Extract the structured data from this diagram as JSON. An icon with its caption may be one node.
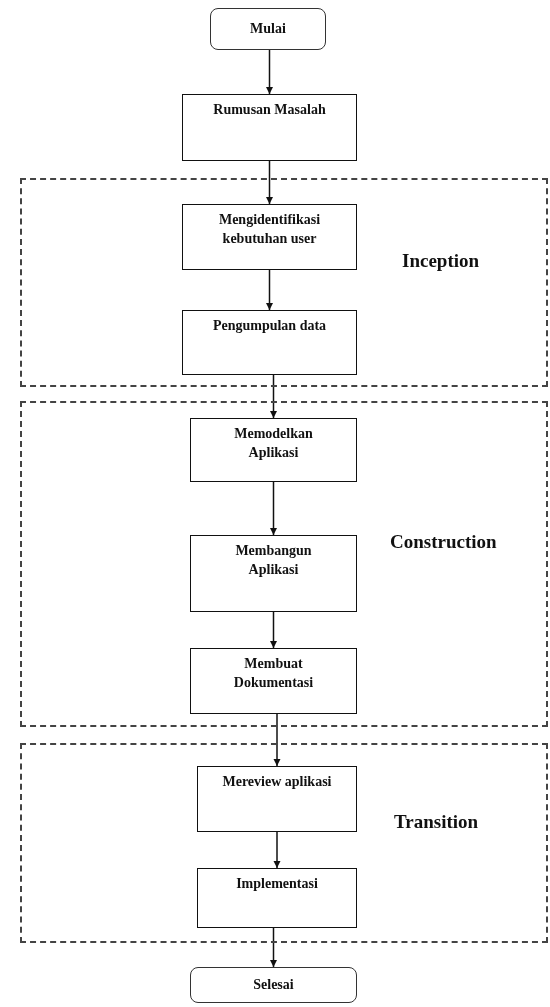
{
  "diagram": {
    "nodes": [
      {
        "text": [
          "Mulai"
        ]
      },
      {
        "text": [
          "Rumusan Masalah"
        ]
      },
      {
        "text": [
          "Inception"
        ]
      },
      {
        "text": [
          "Mengidentifikasi kebutuhan user"
        ],
        "in": 2
      },
      {
        "text": [
          "Pengumpulan data"
        ],
        "in": 2
      },
      {
        "text": [
          "Construction"
        ]
      },
      {
        "text": [
          "Memodelkan Aplikasi"
        ],
        "in": 5
      },
      {
        "text": [
          "Membangun Aplikasi"
        ],
        "in": 5
      },
      {
        "text": [
          "Membuat Dokumentasi"
        ],
        "in": 5
      },
      {
        "text": [
          "Transition"
        ]
      },
      {
        "text": [
          "Mereview aplikasi"
        ],
        "in": 9
      },
      {
        "text": [
          "Implementasi"
        ],
        "in": 9
      },
      {
        "text": [
          "Selesai"
        ]
      }
    ],
    "edges": [
      {
        "from": 0,
        "to": 1,
        "arrow": "to"
      },
      {
        "from": 1,
        "to": 3,
        "arrow": "to"
      },
      {
        "from": 3,
        "to": 4,
        "arrow": "to"
      },
      {
        "from": 4,
        "to": 6,
        "arrow": "to"
      },
      {
        "from": 6,
        "to": 7,
        "arrow": "to"
      },
      {
        "from": 7,
        "to": 8,
        "arrow": "to"
      },
      {
        "from": 8,
        "to": 10,
        "arrow": "to"
      },
      {
        "from": 10,
        "to": 11,
        "arrow": "to"
      },
      {
        "from": 11,
        "to": 12,
        "arrow": "to"
      }
    ]
  }
}
